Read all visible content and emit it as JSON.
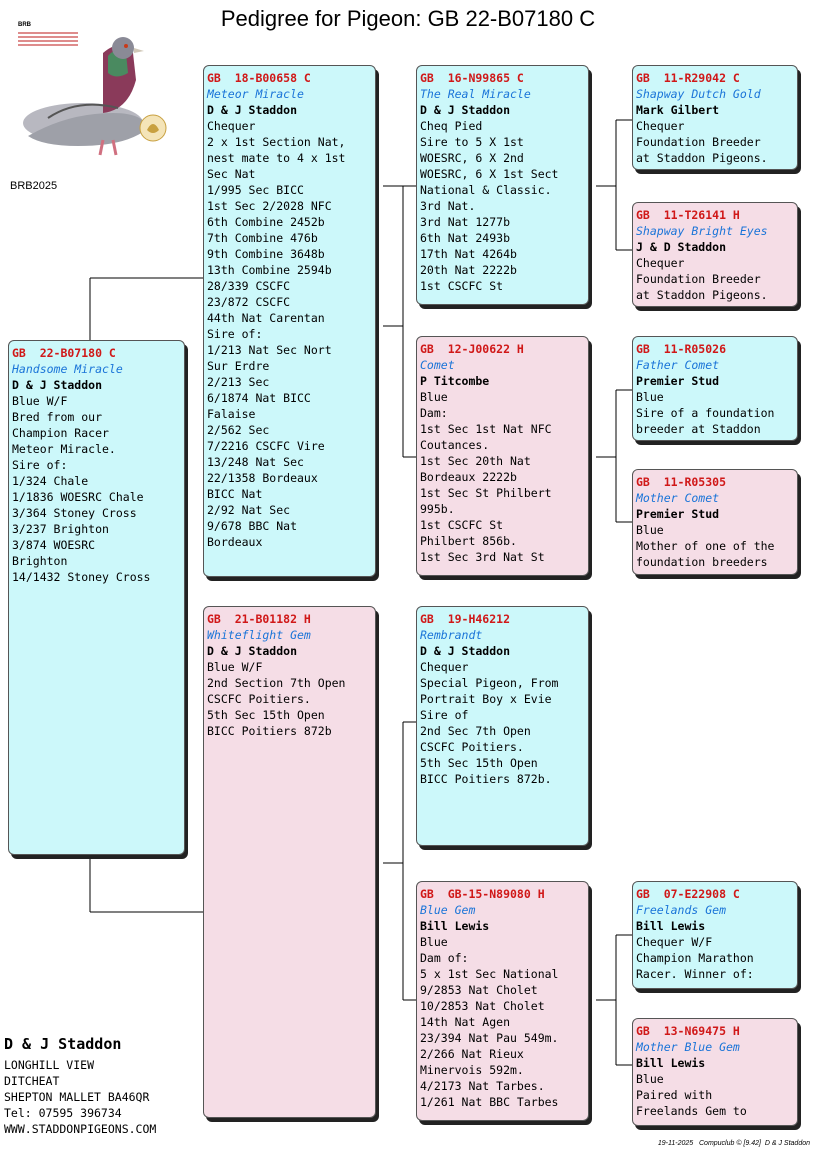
{
  "title": "Pedigree for Pigeon: GB  22-B07180 C",
  "logo": {
    "small_text": "BRB"
  },
  "ref_code": "BRB2025",
  "cards": {
    "subject": {
      "ring": "GB  22-B07180 C",
      "name": "Handsome Miracle",
      "breeder": "D & J Staddon",
      "lines": [
        "Blue W/F",
        "Bred from our",
        "Champion Racer",
        "Meteor Miracle.",
        "Sire of:",
        "1/324 Chale",
        "1/1836 WOESRC Chale",
        "3/364 Stoney Cross",
        "3/237 Brighton",
        "3/874 WOESRC",
        "Brighton",
        "14/1432 Stoney Cross"
      ]
    },
    "sire": {
      "ring": "GB  18-B00658 C",
      "name": "Meteor Miracle",
      "breeder": "D & J Staddon",
      "lines": [
        "Chequer",
        "2 x 1st Section Nat,",
        "nest mate to 4 x 1st",
        "Sec Nat",
        "1/995 Sec BICC",
        "1st Sec 2/2028 NFC",
        "6th Combine 2452b",
        "7th Combine 476b",
        "9th Combine 3648b",
        "13th Combine 2594b",
        "28/339 CSCFC",
        "23/872 CSCFC",
        "44th Nat Carentan",
        "Sire of:",
        "1/213 Nat Sec Nort",
        "Sur Erdre",
        "2/213 Sec",
        "6/1874 Nat BICC",
        "Falaise",
        "2/562 Sec",
        "7/2216 CSCFC Vire",
        "13/248 Nat Sec",
        "22/1358 Bordeaux",
        "BICC Nat",
        "2/92 Nat Sec",
        "9/678 BBC Nat",
        "Bordeaux"
      ]
    },
    "dam": {
      "ring": "GB  21-B01182 H",
      "name": "Whiteflight Gem",
      "breeder": "D & J Staddon",
      "lines": [
        "Blue W/F",
        "2nd Section 7th Open",
        "CSCFC Poitiers.",
        "5th Sec 15th Open",
        "BICC Poitiers 872b"
      ]
    },
    "ss": {
      "ring": "GB  16-N99865 C",
      "name": "The Real Miracle",
      "breeder": "D & J Staddon",
      "lines": [
        "Cheq Pied",
        "Sire to 5 X 1st",
        "WOESRC, 6 X 2nd",
        "WOESRC, 6 X 1st Sect",
        "National & Classic.",
        "3rd Nat.",
        "3rd Nat 1277b",
        "6th Nat 2493b",
        "17th Nat 4264b",
        "20th Nat 2222b",
        "1st CSCFC St"
      ]
    },
    "sd": {
      "ring": "GB  12-J00622 H",
      "name": "Comet",
      "breeder": "P Titcombe",
      "lines": [
        "Blue",
        "Dam:",
        "1st Sec 1st Nat NFC",
        "Coutances.",
        "1st Sec 20th Nat",
        "Bordeaux 2222b",
        "1st Sec St Philbert",
        "995b.",
        "1st CSCFC St",
        "Philbert 856b.",
        "1st Sec 3rd Nat St"
      ]
    },
    "ds": {
      "ring": "GB  19-H46212",
      "name": "Rembrandt",
      "breeder": "D & J Staddon",
      "lines": [
        "Chequer",
        "Special Pigeon, From",
        "Portrait Boy x Evie",
        "Sire of",
        "2nd Sec 7th Open",
        "CSCFC Poitiers.",
        "5th Sec 15th Open",
        "BICC Poitiers 872b."
      ]
    },
    "dd": {
      "ring": "GB  GB-15-N89080 H",
      "name": "Blue Gem",
      "breeder": "Bill Lewis",
      "lines": [
        "Blue",
        "Dam of:",
        "5 x 1st Sec National",
        "9/2853 Nat Cholet",
        "10/2853 Nat Cholet",
        "14th Nat Agen",
        "23/394 Nat Pau 549m.",
        "2/266 Nat Rieux",
        "Minervois 592m.",
        "4/2173 Nat Tarbes.",
        "1/261 Nat BBC Tarbes"
      ]
    },
    "sss": {
      "ring": "GB  11-R29042 C",
      "name": "Shapway Dutch Gold",
      "breeder": "Mark Gilbert",
      "lines": [
        "Chequer",
        "Foundation Breeder",
        "at Staddon Pigeons."
      ]
    },
    "ssd": {
      "ring": "GB  11-T26141 H",
      "name": "Shapway Bright Eyes",
      "breeder": "J & D Staddon",
      "lines": [
        "Chequer",
        "Foundation Breeder",
        "at Staddon Pigeons."
      ]
    },
    "sds": {
      "ring": "GB  11-R05026",
      "name": "Father Comet",
      "breeder": "Premier Stud",
      "lines": [
        "Blue",
        "Sire of a foundation",
        "breeder at Staddon"
      ]
    },
    "sdd": {
      "ring": "GB  11-R05305",
      "name": "Mother Comet",
      "breeder": "Premier Stud",
      "lines": [
        "Blue",
        "Mother of one of the",
        "foundation breeders"
      ]
    },
    "dds": {
      "ring": "GB  07-E22908 C",
      "name": "Freelands Gem",
      "breeder": "Bill Lewis",
      "lines": [
        "Chequer W/F",
        "Champion Marathon",
        "Racer. Winner of:"
      ]
    },
    "ddd": {
      "ring": "GB  13-N69475 H",
      "name": "Mother Blue Gem",
      "breeder": "Bill Lewis",
      "lines": [
        "Blue",
        "Paired with",
        "Freelands Gem to"
      ]
    }
  },
  "owner": {
    "name": "D & J Staddon",
    "address": [
      "LONGHILL VIEW",
      "DITCHEAT",
      "SHEPTON MALLET BA46QR",
      "Tel: 07595 396734",
      "WWW.STADDONPIGEONS.COM"
    ]
  },
  "footer": "19-11-2025   Compuclub © [9.42]  D & J Staddon",
  "colors": {
    "cock_bg": "#ccf8fa",
    "hen_bg": "#f5dde6",
    "ring": "#d01818",
    "name": "#1a74d8"
  }
}
